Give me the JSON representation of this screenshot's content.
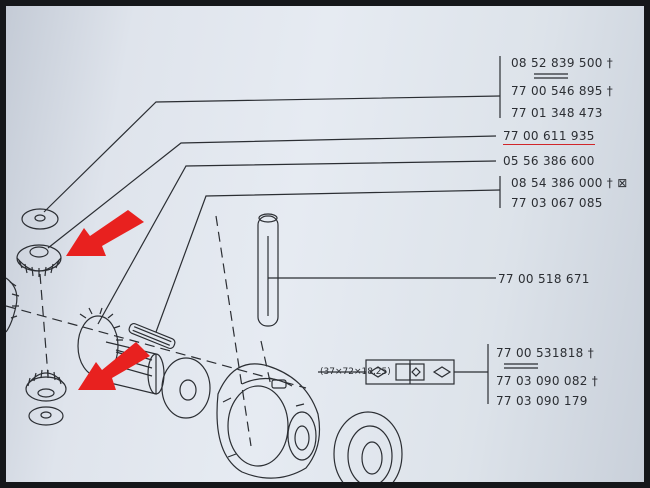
{
  "group_top": {
    "numbers": [
      "08 52 839 500 †",
      "77 00 546 895 †",
      "77 01 348 473"
    ]
  },
  "highlight": {
    "number": "77 00 611 935"
  },
  "single_a": {
    "number": "05 56 386 600"
  },
  "group_mid": {
    "numbers": [
      "08 54 386 000 † ⊠",
      "77 03 067 085"
    ]
  },
  "pin": {
    "number": "77 00 518 671"
  },
  "group_bottom": {
    "numbers": [
      "77 00 531818 †",
      "77 03 090 082 †",
      "77 03 090 179"
    ],
    "dimension": "(37×72×18,25)"
  },
  "colors": {
    "arrow": "#e8211f",
    "underline": "#d0262a",
    "ink": "#2b2e33"
  }
}
